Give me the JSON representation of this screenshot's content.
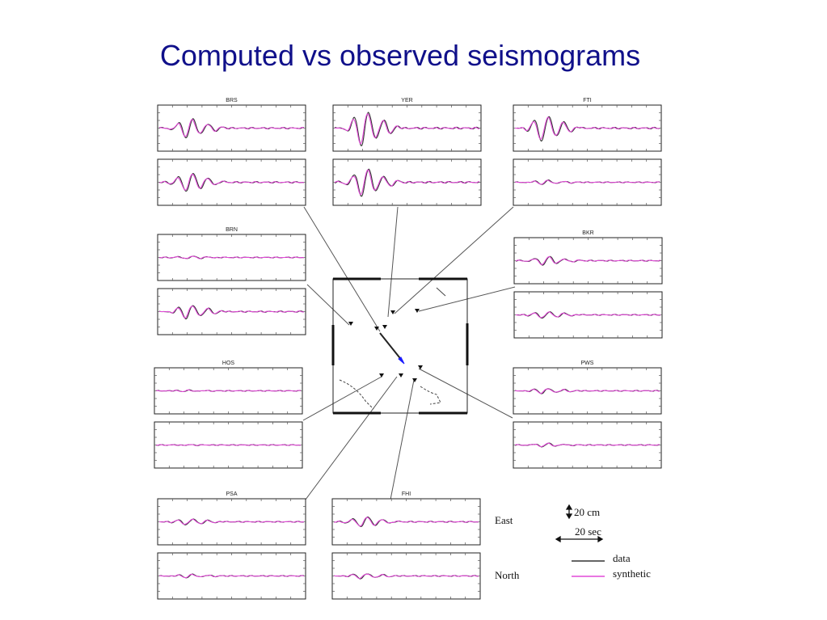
{
  "slide": {
    "title": "Computed vs observed seismograms"
  },
  "colors": {
    "data": "#333333",
    "synthetic": "#e24ad8",
    "map_arrow": "#1a1aff",
    "title": "#10108a"
  },
  "stations": [
    {
      "name": "BRS",
      "east_amp": 0.55,
      "north_amp": 0.55
    },
    {
      "name": "YER",
      "east_amp": 1.0,
      "north_amp": 0.8
    },
    {
      "name": "FTI",
      "east_amp": 0.75,
      "north_amp": 0.12
    },
    {
      "name": "BRN",
      "east_amp": 0.08,
      "north_amp": 0.4
    },
    {
      "name": "BKR",
      "east_amp": 0.25,
      "north_amp": 0.2
    },
    {
      "name": "HOS",
      "east_amp": 0.04,
      "north_amp": 0.02
    },
    {
      "name": "PWS",
      "east_amp": 0.15,
      "north_amp": 0.1
    },
    {
      "name": "PSA",
      "east_amp": 0.18,
      "north_amp": 0.1
    },
    {
      "name": "FHI",
      "east_amp": 0.3,
      "north_amp": 0.15
    }
  ],
  "legend": {
    "east": "East",
    "north": "North",
    "amplitude_scale": "20 cm",
    "time_scale": "20 sec",
    "data": "data",
    "synthetic": "synthetic"
  }
}
